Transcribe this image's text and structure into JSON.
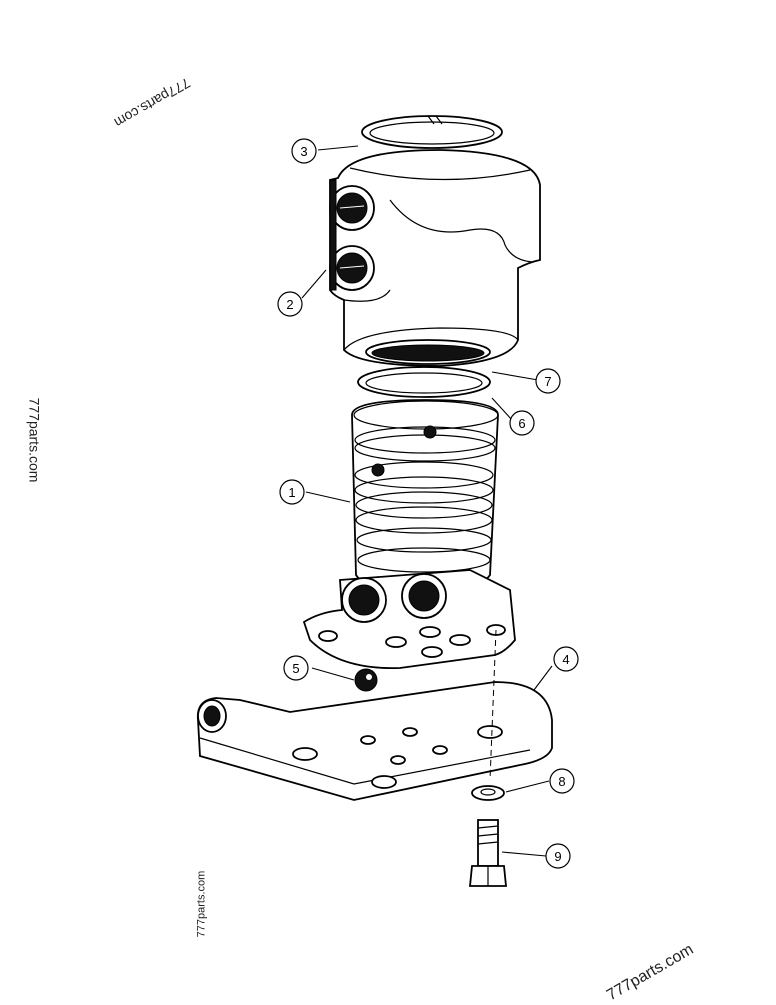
{
  "watermark_text": "777parts.com",
  "callouts": [
    {
      "id": "1",
      "label": "1"
    },
    {
      "id": "2",
      "label": "2"
    },
    {
      "id": "3",
      "label": "3"
    },
    {
      "id": "4",
      "label": "4"
    },
    {
      "id": "5",
      "label": "5"
    },
    {
      "id": "6",
      "label": "6"
    },
    {
      "id": "7",
      "label": "7"
    },
    {
      "id": "8",
      "label": "8"
    },
    {
      "id": "9",
      "label": "9"
    }
  ]
}
